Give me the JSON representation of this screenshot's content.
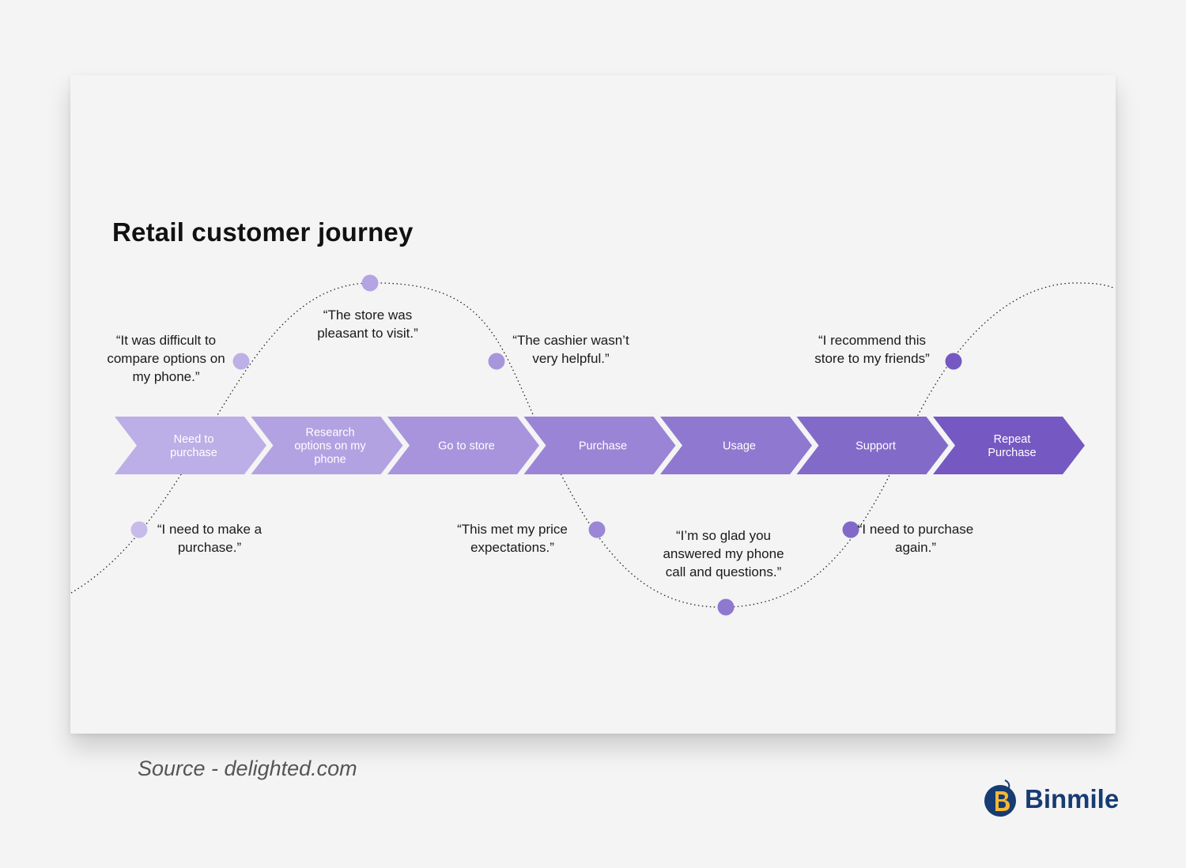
{
  "title": "Retail customer journey",
  "stages": [
    {
      "lines": [
        "Need to",
        "purchase"
      ],
      "color": "#bcaee6"
    },
    {
      "lines": [
        "Research",
        "options on my",
        "phone"
      ],
      "color": "#b2a2e2"
    },
    {
      "lines": [
        "Go to store"
      ],
      "color": "#a794dc"
    },
    {
      "lines": [
        "Purchase"
      ],
      "color": "#9a84d5"
    },
    {
      "lines": [
        "Usage"
      ],
      "color": "#8f78d0"
    },
    {
      "lines": [
        "Support"
      ],
      "color": "#826ac9"
    },
    {
      "lines": [
        "Repeat",
        "Purchase"
      ],
      "color": "#7558c2"
    }
  ],
  "quotes": {
    "need_purchase": "“I need to make a purchase.”",
    "compare": "“It was difficult to compare options on my phone.”",
    "store_pleasant": "“The store was pleasant to visit.”",
    "cashier": "“The cashier wasn’t very helpful.”",
    "price": "“This met my price expectations.”",
    "glad": "“I’m so glad you answered my phone call and questions.”",
    "purchase_again": "“I need to purchase again.”",
    "recommend": "“I recommend this store to my friends”"
  },
  "source": "Source - delighted.com",
  "logo": {
    "text": "Binmile",
    "icon": "binmile-logo-mark"
  }
}
